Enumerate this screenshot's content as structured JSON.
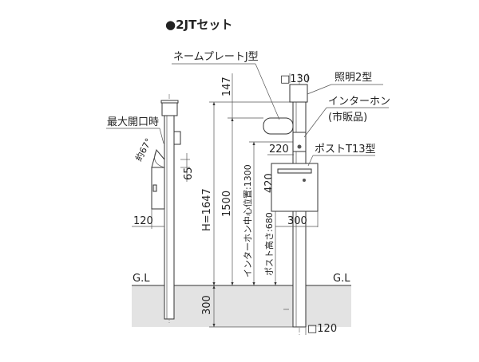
{
  "title": "●2JTセット",
  "labels": {
    "nameplate": "ネームプレートJ型",
    "light_size": "□130",
    "light": "照明2型",
    "intercom": "インターホン",
    "intercom_note": "(市販品)",
    "max_open": "最大開口時",
    "angle": "約67°",
    "post_type": "ポストT13型",
    "gl_left": "G.L",
    "gl_right": "G.L",
    "base_size": "□120"
  },
  "dimensions": {
    "total_height": "H=1647",
    "d1500": "1500",
    "d147": "147",
    "intercom_center": "インターホン中心位置:1300",
    "d420": "420",
    "post_height": "ポスト高さ:680",
    "d220": "220",
    "d300_width": "300",
    "d65": "65",
    "d120": "120",
    "d300_depth": "300"
  }
}
